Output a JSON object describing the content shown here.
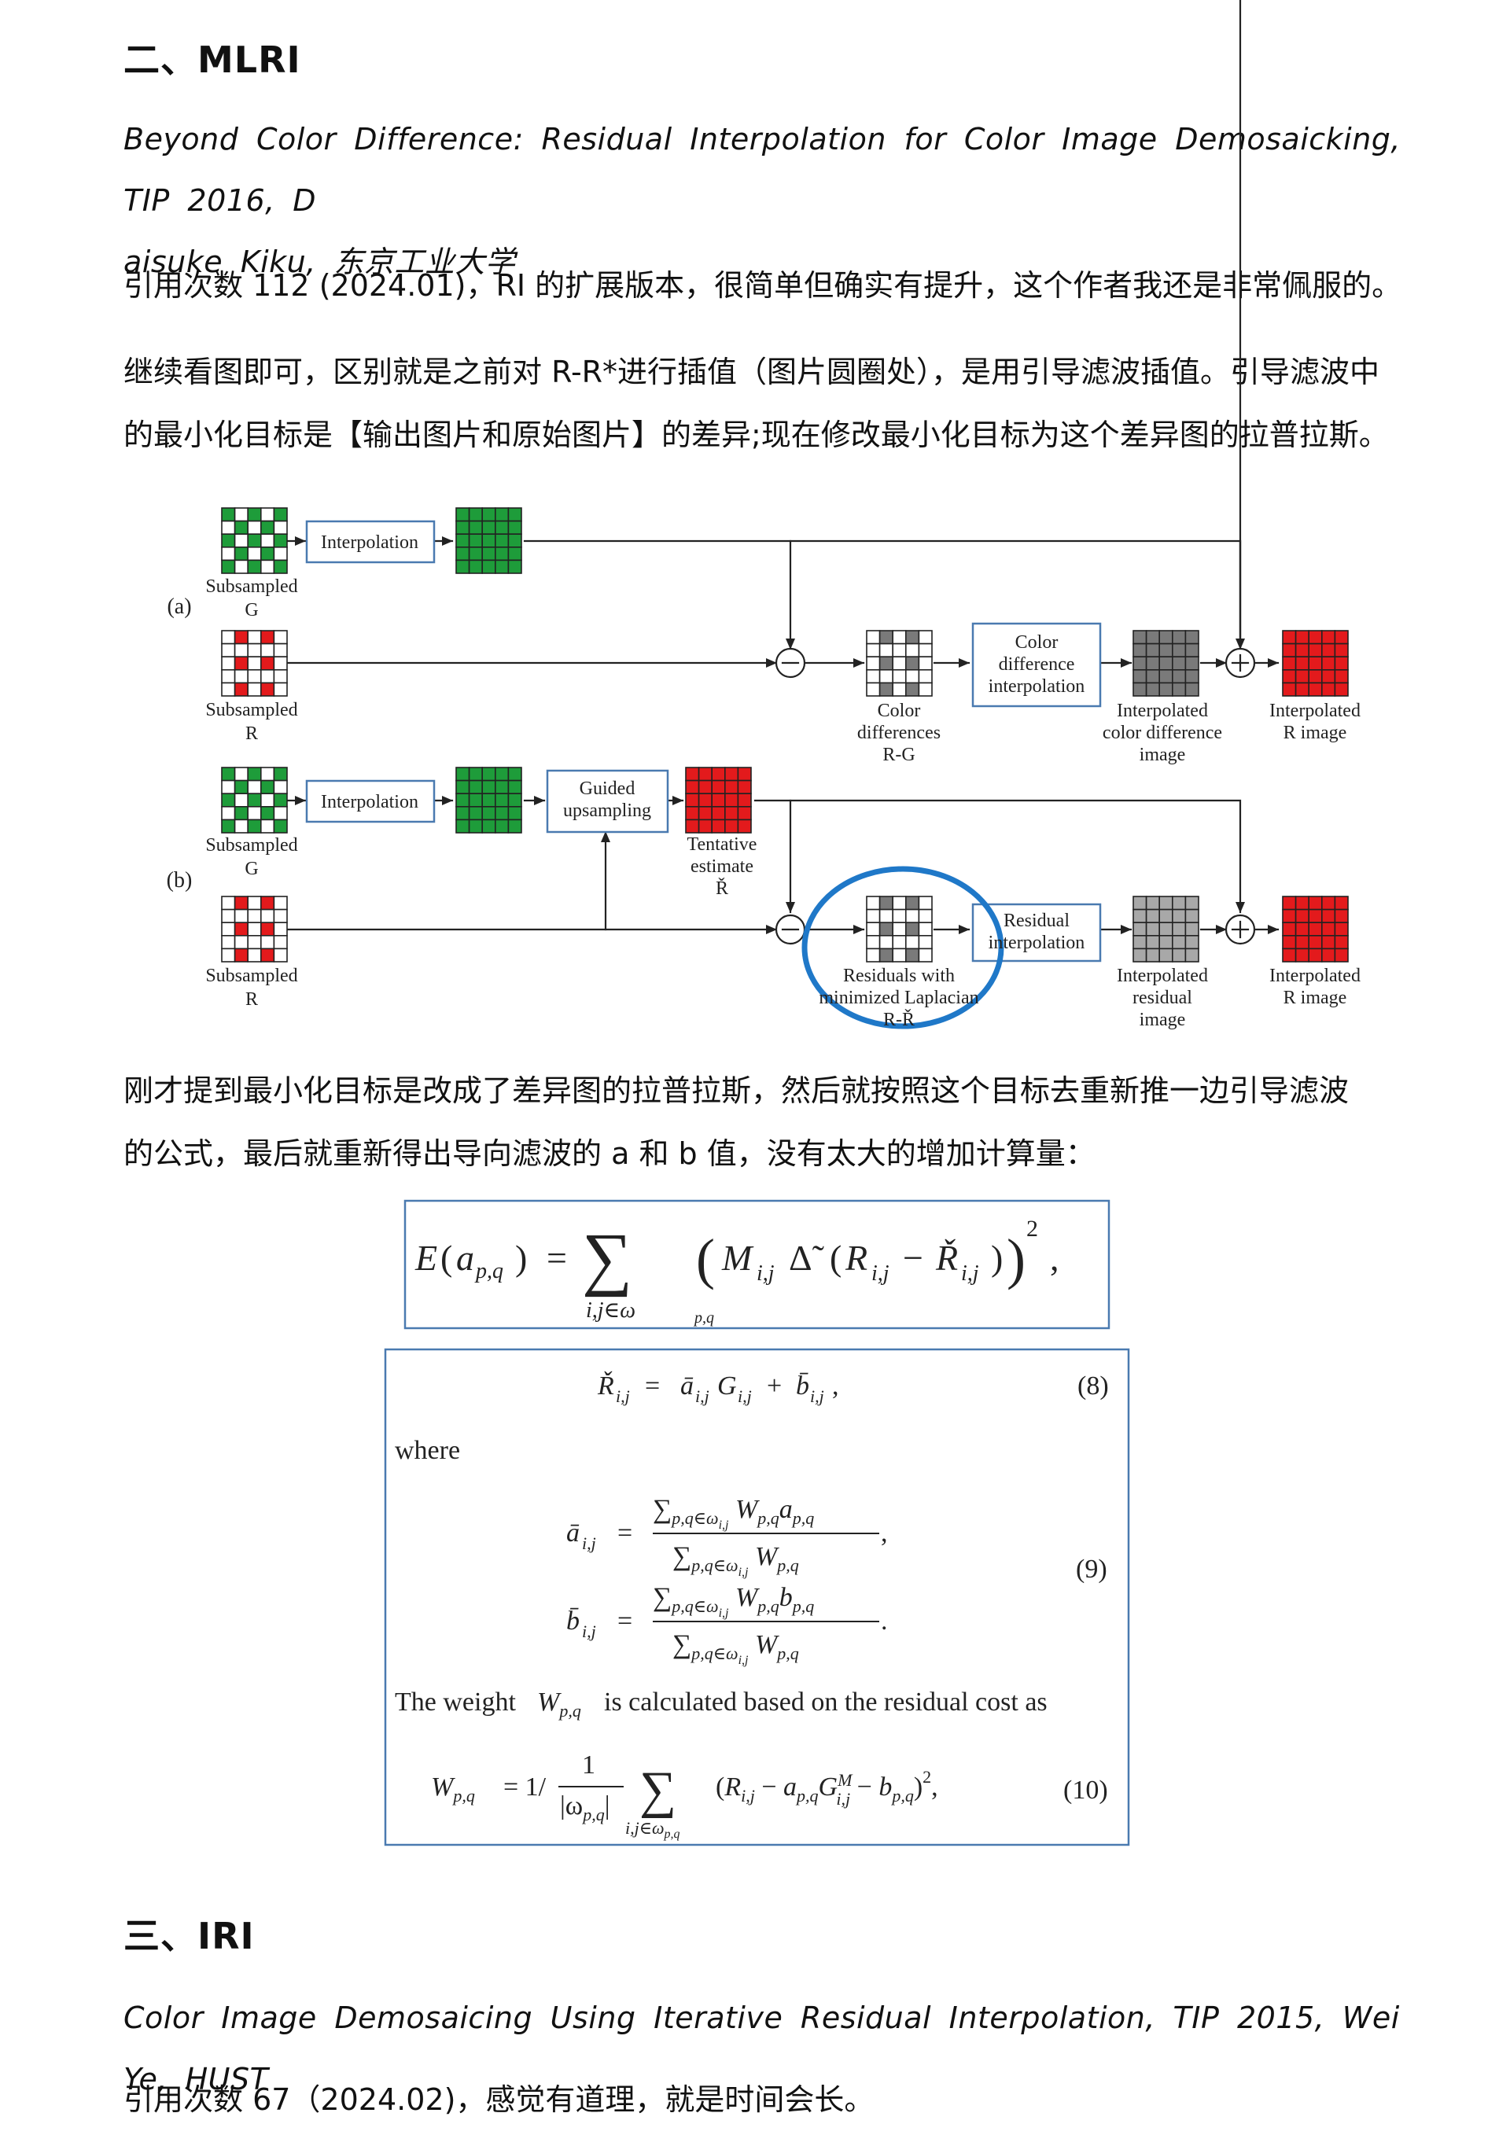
{
  "section2": {
    "heading": "二、MLRI",
    "citation_line1": "Beyond Color Difference: Residual Interpolation for Color Image Demosaicking, TIP 2016, D",
    "citation_line2": "aisuke Kiku, 东京工业大学",
    "para1": "引用次数 112 (2024.01)，RI 的扩展版本，很简单但确实有提升，这个作者我还是非常佩服的。",
    "para2_line1": "继续看图即可，区别就是之前对 R-R*进行插值（图片圆圈处），是用引导滤波插值。引导滤波中",
    "para2_line2": "的最小化目标是【输出图片和原始图片】的差异;现在修改最小化目标为这个差异图的拉普拉斯。",
    "para3_line1": "刚才提到最小化目标是改成了差异图的拉普拉斯，然后就按照这个目标去重新推一边引导滤波",
    "para3_line2": "的公式，最后就重新得出导向滤波的 a 和 b 值，没有太大的增加计算量："
  },
  "diagram": {
    "label_a": "(a)",
    "label_b": "(b)",
    "interpolation": "Interpolation",
    "subsampled": "Subsampled",
    "G": "G",
    "R": "R",
    "cdi_1": "Color",
    "cdi_2": "difference",
    "cdi_3": "interpolation",
    "cd_1": "Color",
    "cd_2": "differences",
    "cd_3": "R-G",
    "icd_1": "Interpolated",
    "icd_2": "color difference",
    "icd_3": "image",
    "ir_1": "Interpolated",
    "ir_2": "R image",
    "gu_1": "Guided",
    "gu_2": "upsampling",
    "te_1": "Tentative",
    "te_2": "estimate",
    "te_3": "Ř",
    "ri_1": "Residual",
    "ri_2": "interpolation",
    "res_1": "Residuals with",
    "res_2": "minimized Laplacian",
    "res_3": "R-Ř",
    "irr_1": "Interpolated",
    "irr_2": "residual",
    "irr_3": "image",
    "colors": {
      "green": "#1e9c3a",
      "red": "#e31a1c",
      "gray": "#7a7a7a",
      "lightgray": "#a8a8a8",
      "box_border": "#4a7ab0",
      "circle": "#1f78c8"
    }
  },
  "formula1": {
    "E": "E",
    "a_pq": "a",
    "sub_pq": "p,q",
    "eq": "=",
    "sum_sub": "i,j∈ω",
    "M": "M",
    "delta": "Δ̃",
    "R": "R",
    "Rcheck": "Ř",
    "sub_ij": "i,j",
    "sup2": "2"
  },
  "formula_box": {
    "eq8_lhs": "Ř",
    "eq8_rhs_a": "ā",
    "eq8_G": "G",
    "eq8_plus": "+",
    "eq8_b": "b̄",
    "eq8_num": "(8)",
    "where": "where",
    "eq9_num": "(9)",
    "weight_text_a": "The weight",
    "weight_text_b": "is calculated based on the residual cost as",
    "eq10_num": "(10)"
  },
  "section3": {
    "heading": "三、IRI",
    "citation": "Color Image Demosaicing Using Iterative Residual Interpolation, TIP 2015, Wei Ye, HUST",
    "para": "引用次数 67（2024.02)，感觉有道理，就是时间会长。"
  }
}
